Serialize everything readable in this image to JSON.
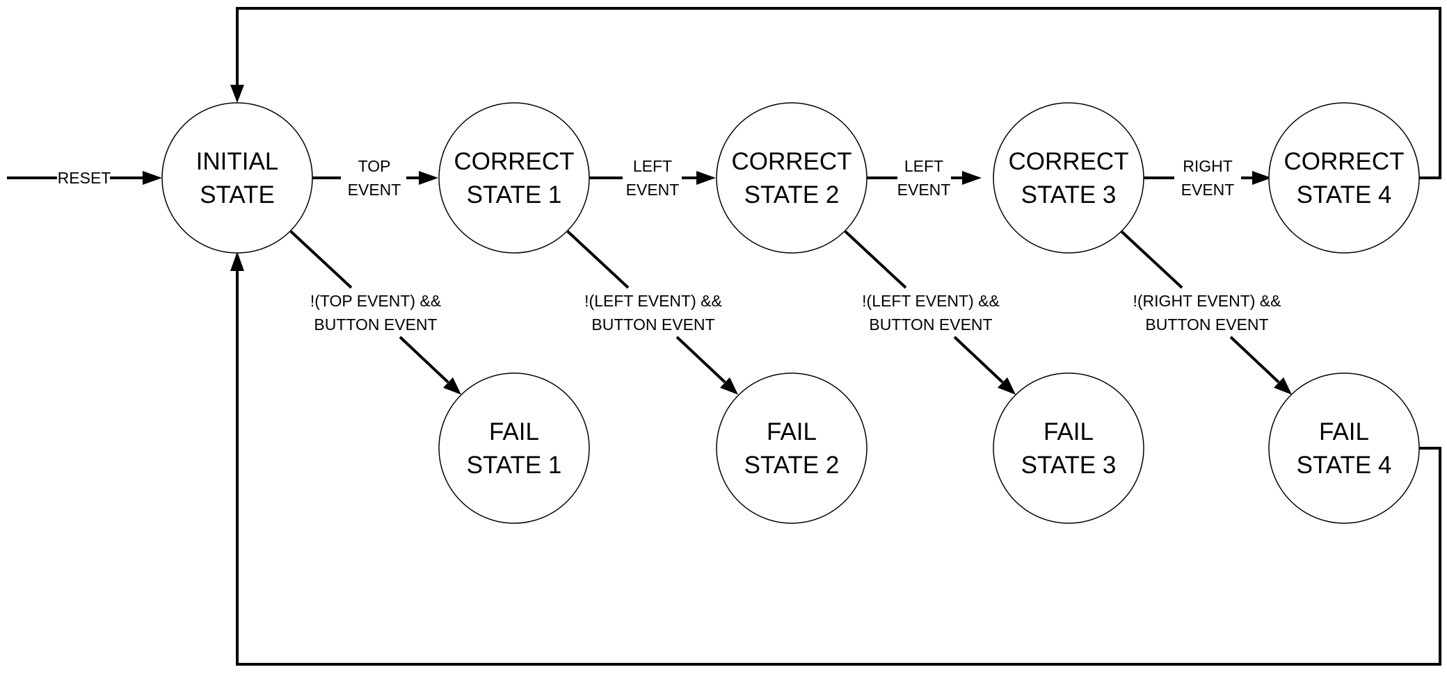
{
  "states": {
    "initial": {
      "line1": "INITIAL",
      "line2": "STATE"
    },
    "correct1": {
      "line1": "CORRECT",
      "line2": "STATE 1"
    },
    "correct2": {
      "line1": "CORRECT",
      "line2": "STATE 2"
    },
    "correct3": {
      "line1": "CORRECT",
      "line2": "STATE 3"
    },
    "correct4": {
      "line1": "CORRECT",
      "line2": "STATE 4"
    },
    "fail1": {
      "line1": "FAIL",
      "line2": "STATE 1"
    },
    "fail2": {
      "line1": "FAIL",
      "line2": "STATE 2"
    },
    "fail3": {
      "line1": "FAIL",
      "line2": "STATE 3"
    },
    "fail4": {
      "line1": "FAIL",
      "line2": "STATE 4"
    }
  },
  "transitions": {
    "reset": "RESET",
    "top_event": {
      "line1": "TOP",
      "line2": "EVENT"
    },
    "left_event_1": {
      "line1": "LEFT",
      "line2": "EVENT"
    },
    "left_event_2": {
      "line1": "LEFT",
      "line2": "EVENT"
    },
    "right_event": {
      "line1": "RIGHT",
      "line2": "EVENT"
    },
    "fail_top": {
      "line1": "!(TOP EVENT) &&",
      "line2": "BUTTON EVENT"
    },
    "fail_left_1": {
      "line1": "!(LEFT EVENT) &&",
      "line2": "BUTTON EVENT"
    },
    "fail_left_2": {
      "line1": "!(LEFT EVENT) &&",
      "line2": "BUTTON EVENT"
    },
    "fail_right": {
      "line1": "!(RIGHT EVENT) &&",
      "line2": "BUTTON EVENT"
    }
  }
}
